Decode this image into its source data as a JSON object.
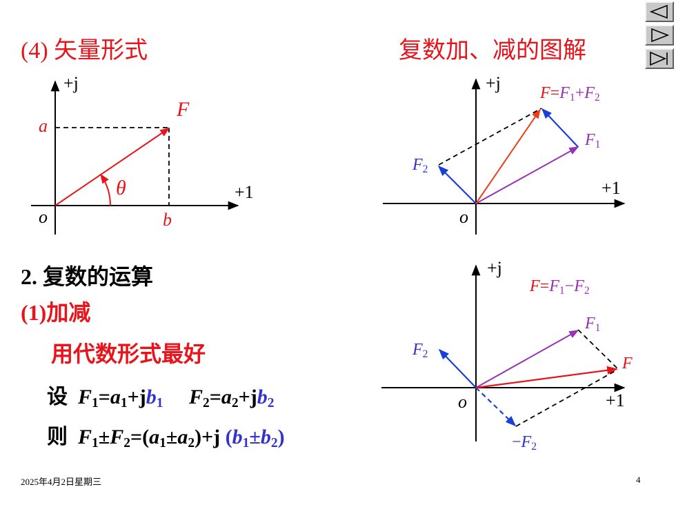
{
  "slide": {
    "title_left": "(4) 矢量形式",
    "title_right": "复数加、减的图解",
    "section_heading": "2. 复数的运算",
    "subsection_heading": "(1)加减",
    "best_form_text": "用代数形式最好",
    "def": {
      "prefix": "设",
      "f1": "F",
      "f1_sub": "1",
      "eq1": "=",
      "a1": "a",
      "a1_sub": "1",
      "plus_j1": "+j",
      "b1": "b",
      "b1_sub": "1",
      "f2": "F",
      "f2_sub": "2",
      "eq2": "=",
      "a2": "a",
      "a2_sub": "2",
      "plus_j2": "+j",
      "b2": "b",
      "b2_sub": "2"
    },
    "result": {
      "prefix": "则",
      "f1": "F",
      "f1_sub": "1",
      "pm": "±",
      "f2": "F",
      "f2_sub": "2",
      "eq": "=(",
      "a1": "a",
      "a1_sub": "1",
      "pm2": "±",
      "a2": "a",
      "a2_sub": "2",
      "close_plus_j": ")+j ",
      "open": "(",
      "b1": "b",
      "b1_sub": "1",
      "pm3": "±",
      "b2": "b",
      "b2_sub": "2",
      "close": ")"
    }
  },
  "diagram_vector": {
    "imag_axis": "+j",
    "real_axis": "+1",
    "origin": "o",
    "a_label": "a",
    "b_label": "b",
    "vector_label": "F",
    "angle_label": "θ"
  },
  "diagram_add": {
    "imag_axis": "+j",
    "real_axis": "+1",
    "origin": "o",
    "sum_F": "F",
    "sum_eq": "=",
    "sum_F1": "F",
    "sum_1": "1",
    "sum_plus": "+",
    "sum_F2": "F",
    "sum_2": "2",
    "f1": "F",
    "f1_sub": "1",
    "f2": "F",
    "f2_sub": "2"
  },
  "diagram_sub": {
    "imag_axis": "+j",
    "real_axis": "+1",
    "origin": "o",
    "diff_F": "F",
    "diff_eq": "=",
    "diff_F1": "F",
    "diff_1": "1",
    "diff_minus": "−",
    "diff_F2": "F",
    "diff_2": "2",
    "f1": "F",
    "f1_sub": "1",
    "f2": "F",
    "f2_sub": "2",
    "result_F": "F",
    "neg_prefix": "−",
    "neg_F": "F",
    "neg_sub": "2"
  },
  "footer": {
    "date": "2025年4月2日星期三",
    "page": "4"
  },
  "nav": {
    "prev_icon": "triangle-left-icon",
    "next_icon": "triangle-right-icon",
    "last_icon": "triangle-right-bar-icon"
  },
  "colors": {
    "red": "#e8141b",
    "blue": "#3333cc",
    "purple": "#9932b4",
    "orange_red": "#f03c14"
  }
}
